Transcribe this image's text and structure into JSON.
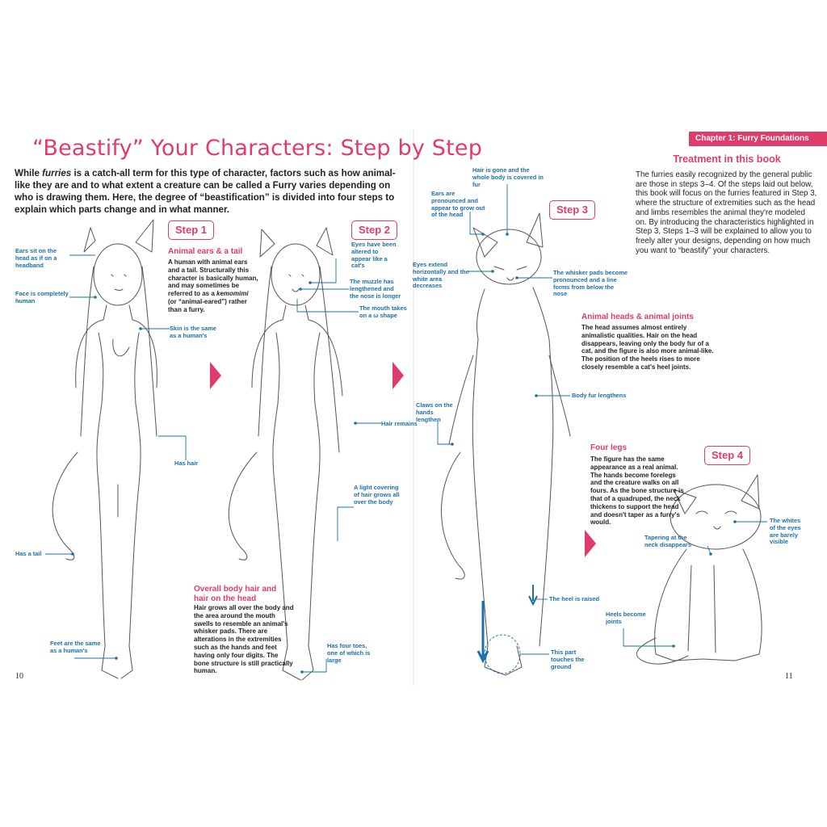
{
  "title": "“Beastify” Your Characters: Step by Step",
  "intro_html": "While <i>furries</i> is a catch-all term for this type of character, factors such as how animal-like they are and to what extent a creature can be called a Furry varies depending on who is drawing them. Here, the degree of “beastification” is divided into four steps to explain which parts change and in what manner.",
  "chapter_tab": "Chapter 1: Furry Foundations",
  "treatment": {
    "heading": "Treatment in this book",
    "body": "The furries easily recognized by the general public are those in steps 3–4. Of the steps laid out below, this book will focus on the furries featured in Step 3, where the structure of extremities such as the head and limbs resembles the animal they're modeled on. By introducing the characteristics highlighted in Step 3, Steps 1–3 will be explained to allow you to freely alter your designs, depending on how much you want to “beastify” your characters."
  },
  "steps": {
    "step1": "Step 1",
    "step2": "Step 2",
    "step3": "Step 3",
    "step4": "Step 4"
  },
  "sections": {
    "s1": {
      "heading": "Animal ears & a tail",
      "body_html": "A human with animal ears and a tail. Structurally this character is basically human, and may sometimes be referred to as a <i>kemomimi</i> (or “animal-eared”) rather than a furry."
    },
    "s2": {
      "heading": "Overall body hair and hair on the head",
      "body": "Hair grows all over the body and the area around the mouth swells to resemble an animal's whisker pads. There are alterations in the extremities such as the hands and feet having only four digits. The bone structure is still practically human."
    },
    "s3": {
      "heading": "Animal heads & animal joints",
      "body": "The head assumes almost entirely animalistic qualities. Hair on the head disappears, leaving only the body fur of a cat, and the figure is also more animal-like. The position of the heels rises to more closely resemble a cat's heel joints."
    },
    "s4": {
      "heading": "Four legs",
      "body": "The figure has the same appearance as a real animal. The hands become forelegs and the creature walks on all fours. As the bone structure is that of a quadruped, the neck thickens to support the head and doesn't taper as a furry's would."
    }
  },
  "callouts": {
    "ears_headband": "Ears sit on the head as if on a headband",
    "face_human": "Face is completely human",
    "skin_human": "Skin is the same as a human's",
    "has_hair": "Has hair",
    "has_tail": "Has a tail",
    "feet_human": "Feet are the same as a human's",
    "eyes_cat": "Eyes have been altered to appear like a cat's",
    "muzzle": "The muzzle has lengthened and the nose is longer",
    "mouth": "The mouth takes on a ω shape",
    "hair_remains": "Hair remains",
    "light_hair": "A light covering of hair grows all over the body",
    "four_toes": "Has four toes, one of which is large",
    "hair_gone": "Hair is gone and the whole body is covered in fur",
    "ears_pronounced": "Ears are pronounced and appear to grow out of the head",
    "eyes_horizontal": "Eyes extend horizontally and the white area decreases",
    "whisker_pads": "The whisker pads become pronounced and a line forms from below the nose",
    "body_fur": "Body fur lengthens",
    "claws": "Claws on the hands lengthen",
    "heel_raised": "The heel is raised",
    "touches_ground": "This part touches the ground",
    "whites_eyes": "The whites of the eyes are barely visible",
    "tapering": "Tapering at the neck disappears",
    "heels_joints": "Heels become joints"
  },
  "page_left": "10",
  "page_right": "11",
  "colors": {
    "accent": "#e03c6a",
    "callout_blue": "#1b6fae",
    "text": "#222222"
  }
}
